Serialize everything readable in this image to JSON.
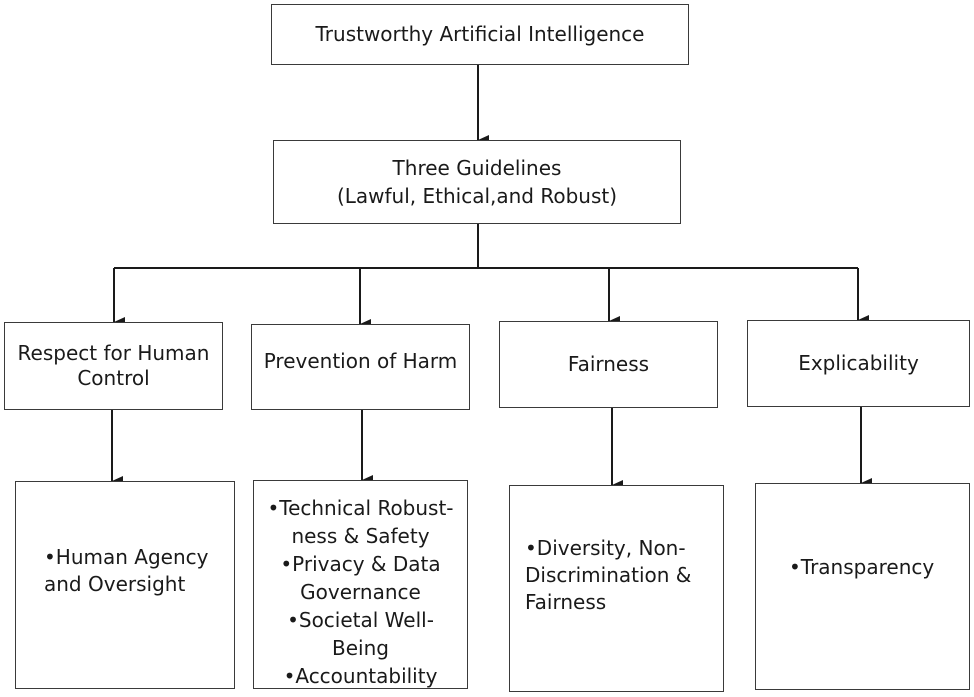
{
  "root": {
    "label": "Trustworthy Artificial Intelligence"
  },
  "guidelines": {
    "line1": "Three Guidelines",
    "line2": "(Lawful, Ethical,and Robust)"
  },
  "principles": [
    {
      "label": "Respect for Human\nControl",
      "items": [
        "•Human Agency\nand Oversight"
      ]
    },
    {
      "label": "Prevention of Harm",
      "items": [
        "•Technical Robust-\nness & Safety",
        "•Privacy & Data\nGovernance",
        "•Societal Well-\nBeing",
        "•Accountability"
      ]
    },
    {
      "label": "Fairness",
      "items": [
        "•Diversity, Non-\nDiscrimination &\nFairness"
      ]
    },
    {
      "label": "Explicability",
      "items": [
        "•Transparency"
      ]
    }
  ]
}
